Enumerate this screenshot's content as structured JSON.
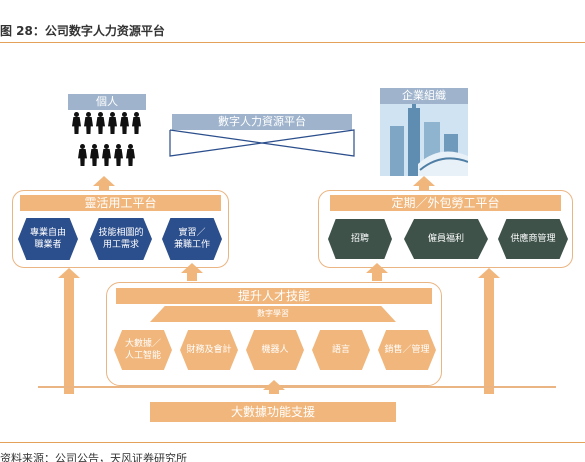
{
  "caption": "图 28：公司数字人力资源平台",
  "source": "资料来源：公司公告，天风证券研究所",
  "platform_label": "數字人力資源平台",
  "individual_label": "個人",
  "enterprise_label": "企業組織",
  "flexible": {
    "title": "靈活用工平台",
    "items": [
      {
        "line1": "專業自由",
        "line2": "職業者"
      },
      {
        "line1": "技能相圖的",
        "line2": "用工需求"
      },
      {
        "line1": "實習／",
        "line2": "兼職工作"
      }
    ]
  },
  "outsourcing": {
    "title": "定期／外包勞工平台",
    "items": [
      "招聘",
      "僱員福利",
      "供應商管理"
    ]
  },
  "talent": {
    "title": "提升人才技能",
    "sub": "數字學習",
    "items": [
      {
        "line1": "大數據／",
        "line2": "人工智能"
      },
      {
        "line1": "財務及會計",
        "line2": ""
      },
      {
        "line1": "機器人",
        "line2": ""
      },
      {
        "line1": "語言",
        "line2": ""
      },
      {
        "line1": "銷售／管理",
        "line2": ""
      }
    ]
  },
  "bigdata_label": "大數據功能支援",
  "colors": {
    "orange": "#f1b67b",
    "orange_border": "#eab582",
    "navy": "#2b4e8c",
    "darkgreen": "#3e524a",
    "label_blue": "#9fb4cc"
  }
}
